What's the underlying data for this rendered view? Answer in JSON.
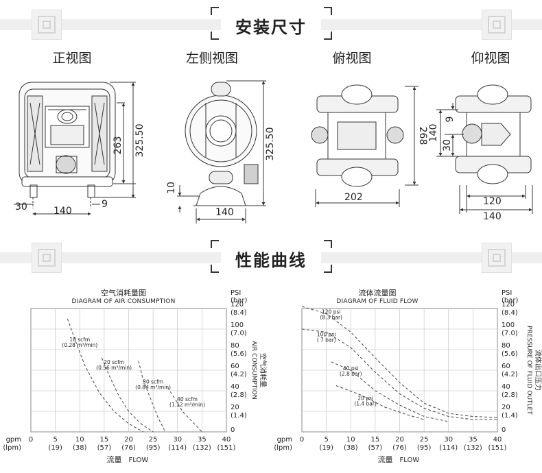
{
  "sections": {
    "install": "安装尺寸",
    "performance": "性能曲线"
  },
  "views": {
    "front": {
      "label": "正视图",
      "dims": [
        "263",
        "325.50",
        "30",
        "140",
        "9"
      ]
    },
    "left": {
      "label": "左侧视图",
      "dims": [
        "325.50",
        "10",
        "140"
      ]
    },
    "top": {
      "label": "俯视图",
      "dims": [
        "268",
        "202"
      ]
    },
    "bottom": {
      "label": "仰视图",
      "dims": [
        "9",
        "140",
        "30",
        "120",
        "140"
      ]
    }
  },
  "air_chart": {
    "title_cn": "空气消耗量图",
    "title_en": "DIAGRAM OF AIR CONSUMPTION",
    "y_title_cn": "空气消耗量",
    "y_title_en": "AIR CONSUMPTION",
    "x_title_cn": "流量",
    "x_title_en": "FLOW"
  },
  "fluid_chart": {
    "title_cn": "流体流量图",
    "title_en": "DIAGRAM OF FLUID FLOW",
    "y_title_cn": "流体出口压力",
    "y_title_en": "PRESSURE OF FLUID OUTLET",
    "x_title_cn": "流量",
    "x_title_en": "FLOW"
  },
  "chart_data": [
    {
      "type": "line",
      "title": "DIAGRAM OF AIR CONSUMPTION",
      "xlabel": "FLOW",
      "ylabel": "AIR CONSUMPTION",
      "x_unit_primary": "gpm",
      "x_unit_secondary": "(lpm)",
      "y_unit_primary": "PSI",
      "y_unit_secondary": "(bar)",
      "xlim": [
        0,
        40
      ],
      "ylim": [
        0,
        120
      ],
      "x_ticks": [
        0,
        5,
        10,
        15,
        20,
        25,
        30,
        35,
        40
      ],
      "x_ticks_secondary": [
        "",
        "(19)",
        "(38)",
        "(57)",
        "(76)",
        "(95)",
        "(114)",
        "(132)",
        "(151)"
      ],
      "y_ticks": [
        0,
        20,
        40,
        60,
        80,
        100,
        120
      ],
      "y_ticks_secondary": [
        "",
        "(1.4)",
        "(2.8)",
        "(4.2)",
        "(5.6)",
        "(7.0)",
        "(8.4)"
      ],
      "grid": true,
      "series": [
        {
          "name": "10 scfm",
          "label_line2": "(0.28 m³/min)",
          "label_x": 10,
          "label_y": 88,
          "x": [
            7.5,
            9,
            11,
            14,
            17,
            20,
            23
          ],
          "y": [
            110,
            90,
            65,
            38,
            20,
            8,
            0
          ]
        },
        {
          "name": "20 scfm",
          "label_line2": "(0.56 m³/min)",
          "label_x": 17,
          "label_y": 66,
          "x": [
            14.5,
            16,
            18,
            20,
            22.5,
            25
          ],
          "y": [
            72,
            55,
            35,
            20,
            8,
            0
          ]
        },
        {
          "name": "30 scfm",
          "label_line2": "(0.84 m³/min)",
          "label_x": 25,
          "label_y": 47,
          "x": [
            22,
            23,
            24.5,
            26,
            27.5
          ],
          "y": [
            69,
            50,
            32,
            14,
            0
          ]
        },
        {
          "name": "40 scfm",
          "label_line2": "(1.12 m³/min)",
          "label_x": 32,
          "label_y": 30,
          "x": [
            28,
            29.5,
            31,
            33,
            35
          ],
          "y": [
            43,
            32,
            20,
            10,
            0
          ]
        }
      ]
    },
    {
      "type": "line",
      "title": "DIAGRAM OF FLUID FLOW",
      "xlabel": "FLOW",
      "ylabel": "PRESSURE OF FLUID OUTLET",
      "x_unit_primary": "gpm",
      "x_unit_secondary": "(lpm)",
      "y_unit_primary": "PSI",
      "y_unit_secondary": "(bar)",
      "xlim": [
        0,
        40
      ],
      "ylim": [
        0,
        120
      ],
      "x_ticks": [
        0,
        5,
        10,
        15,
        20,
        25,
        30,
        35,
        40
      ],
      "x_ticks_secondary": [
        "",
        "(19)",
        "(38)",
        "(57)",
        "(76)",
        "(95)",
        "(114)",
        "(132)",
        "(151)"
      ],
      "y_ticks": [
        0,
        20,
        40,
        60,
        80,
        100,
        120
      ],
      "y_ticks_secondary": [
        "",
        "(1.4)",
        "(2.8)",
        "(4.2)",
        "(5.6)",
        "(7.0)",
        "(8.4)"
      ],
      "grid": true,
      "series": [
        {
          "name": "120 psi",
          "label_line2": "(8.3 bar)",
          "label_x": 6,
          "label_y": 115,
          "x": [
            0,
            5,
            10,
            15,
            20,
            25,
            30,
            35,
            40
          ],
          "y": [
            122,
            115,
            97,
            72,
            48,
            28,
            18,
            15,
            14
          ]
        },
        {
          "name": "100 psi",
          "label_line2": "( 7 bar)",
          "label_x": 5,
          "label_y": 93,
          "x": [
            0,
            5,
            10,
            15,
            20,
            25,
            30,
            35,
            40
          ],
          "y": [
            100,
            97,
            82,
            58,
            37,
            23,
            15,
            12,
            12
          ]
        },
        {
          "name": "40 psi",
          "label_line2": "(2.8 bar)",
          "label_x": 10,
          "label_y": 60,
          "x": [
            6,
            10,
            15,
            20,
            25,
            30
          ],
          "y": [
            68,
            60,
            40,
            26,
            15,
            10
          ]
        },
        {
          "name": "20 psi",
          "label_line2": "(1.4 bar)",
          "label_x": 13,
          "label_y": 31,
          "x": [
            7,
            12,
            17,
            22,
            25
          ],
          "y": [
            45,
            36,
            24,
            16,
            12
          ]
        }
      ]
    }
  ]
}
